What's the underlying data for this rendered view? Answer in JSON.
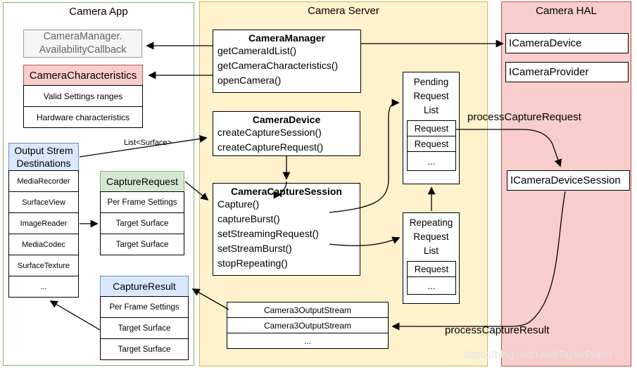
{
  "panels": {
    "app": {
      "title": "Camera App"
    },
    "server": {
      "title": "Camera Server"
    },
    "hal": {
      "title": "Camera HAL"
    }
  },
  "app": {
    "availability_callback": "CameraManager.\nAvailabilityCallback",
    "characteristics": {
      "header": "CameraCharacteristics",
      "rows": [
        "Valid Settings ranges",
        "Hardware characteristics"
      ]
    },
    "output_stream": {
      "header": "Output Strem\nDestinations",
      "rows": [
        "MediaRecorder",
        "SurfaceView",
        "ImageReader",
        "MediaCodec",
        "SurfaceTexture",
        "..."
      ]
    },
    "capture_request": {
      "header": "CaptureRequest",
      "rows": [
        "Per Frame Settings",
        "Target Surface",
        "Target Surface"
      ]
    },
    "capture_result": {
      "header": "CaptureResult",
      "rows": [
        "Per Frame Settings",
        "Target Surface",
        "Target Surface"
      ]
    }
  },
  "server": {
    "camera_manager": {
      "title": "CameraManager",
      "methods": [
        "getCameraIdList()",
        "getCameraCharacteristics()",
        "openCamera()"
      ]
    },
    "camera_device": {
      "title": "CameraDevice",
      "methods": [
        "createCaptureSession()",
        "createCaptureRequest()"
      ]
    },
    "camera_capture_session": {
      "title": "CameraCaptureSession",
      "methods": [
        "Capture()",
        "captureBurst()",
        "setStreamingRequest()",
        "setStreamBurst()",
        "stopRepeating()"
      ]
    },
    "pending_list": {
      "title": "Pending\nRequest\nList",
      "rows": [
        "Request",
        "Request",
        "..."
      ]
    },
    "repeating_list": {
      "title": "Repeating\nRequest\nList",
      "rows": [
        "Request",
        "..."
      ]
    },
    "output_streams": {
      "rows": [
        "Camera3OutputStream",
        "Camera3OutputStream",
        "..."
      ]
    }
  },
  "hal": {
    "device": "ICameraDevice",
    "provider": "ICameraProvider",
    "device_session": "ICameraDeviceSession"
  },
  "edge_labels": {
    "list_surface": "List<Surface>",
    "process_capture_request": "processCaptureRequest",
    "process_capture_result": "processCaptureResult"
  },
  "watermark": "https://blog.csdn.net/TaylorPotter",
  "colors": {
    "app_border": "#82B366",
    "server_bg": "#FFF2CC",
    "server_border": "#D6B656",
    "hal_bg": "#F8CECC",
    "hal_border": "#B85450",
    "header_blue": "#DAE8FC",
    "header_blue_border": "#6C8EBF",
    "header_green": "#D5E8D4",
    "header_green_border": "#82B366",
    "header_pink": "#F8CECC",
    "header_pink_border": "#B85450",
    "gray_box": "#F5F5F5"
  }
}
